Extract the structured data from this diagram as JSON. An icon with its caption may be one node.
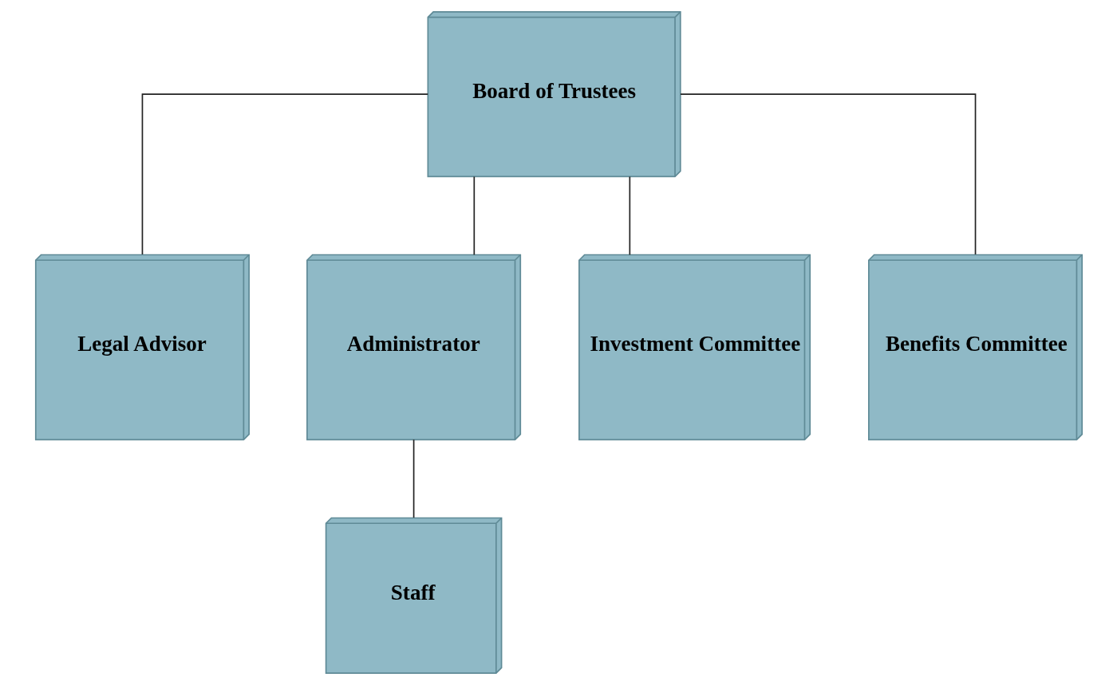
{
  "diagram": {
    "nodes": [
      {
        "text": [
          "Board of Trustees"
        ]
      },
      {
        "text": [
          "Legal Advisor"
        ]
      },
      {
        "text": [
          "Administrator"
        ]
      },
      {
        "text": [
          "Investment Committee"
        ]
      },
      {
        "text": [
          "Benefits Committee"
        ]
      },
      {
        "text": [
          "Staff"
        ]
      }
    ],
    "edges": [
      {
        "from": 0,
        "to": 1,
        "arrow": "none"
      },
      {
        "from": 0,
        "to": 2,
        "arrow": "none"
      },
      {
        "from": 0,
        "to": 3,
        "arrow": "none"
      },
      {
        "from": 0,
        "to": 4,
        "arrow": "none"
      },
      {
        "from": 2,
        "to": 5,
        "arrow": "none"
      }
    ]
  }
}
